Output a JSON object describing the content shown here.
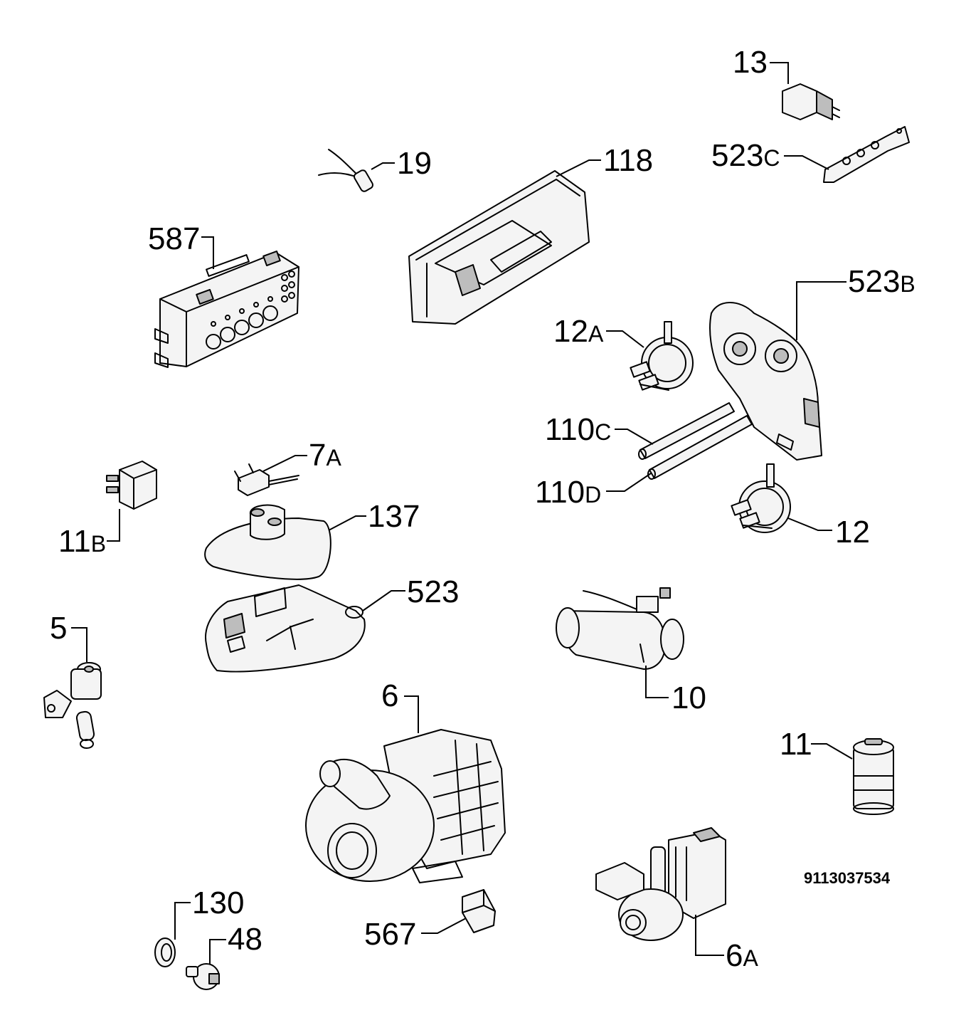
{
  "callouts": [
    {
      "id": "13",
      "num": "13",
      "suffix": ""
    },
    {
      "id": "523c",
      "num": "523",
      "suffix": "C"
    },
    {
      "id": "19",
      "num": "19",
      "suffix": ""
    },
    {
      "id": "118",
      "num": "118",
      "suffix": ""
    },
    {
      "id": "587",
      "num": "587",
      "suffix": ""
    },
    {
      "id": "523b",
      "num": "523",
      "suffix": "B"
    },
    {
      "id": "12a",
      "num": "12",
      "suffix": "A"
    },
    {
      "id": "110c",
      "num": "110",
      "suffix": "C"
    },
    {
      "id": "110d",
      "num": "110",
      "suffix": "D"
    },
    {
      "id": "7a",
      "num": "7",
      "suffix": "A"
    },
    {
      "id": "137",
      "num": "137",
      "suffix": ""
    },
    {
      "id": "11b",
      "num": "11",
      "suffix": "B"
    },
    {
      "id": "12",
      "num": "12",
      "suffix": ""
    },
    {
      "id": "523",
      "num": "523",
      "suffix": ""
    },
    {
      "id": "5",
      "num": "5",
      "suffix": ""
    },
    {
      "id": "10",
      "num": "10",
      "suffix": ""
    },
    {
      "id": "6",
      "num": "6",
      "suffix": ""
    },
    {
      "id": "11",
      "num": "11",
      "suffix": ""
    },
    {
      "id": "130",
      "num": "130",
      "suffix": ""
    },
    {
      "id": "48",
      "num": "48",
      "suffix": ""
    },
    {
      "id": "567",
      "num": "567",
      "suffix": ""
    },
    {
      "id": "6a",
      "num": "6",
      "suffix": "A"
    }
  ],
  "document_number": "9113037534"
}
